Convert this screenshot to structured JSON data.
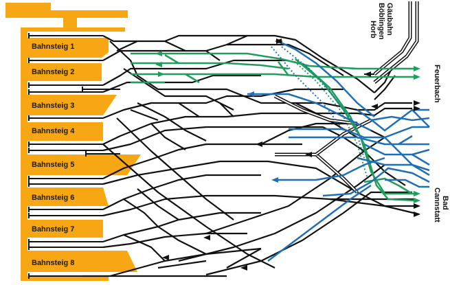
{
  "colors": {
    "platform": "#F7A614",
    "track": "#111111",
    "green_route": "#1E9E5A",
    "blue_route": "#1F6FB5"
  },
  "platforms": [
    {
      "label": "Bahnsteig 1"
    },
    {
      "label": "Bahnsteig 2"
    },
    {
      "label": "Bahnsteig 3"
    },
    {
      "label": "Bahnsteig 4"
    },
    {
      "label": "Bahnsteig 5"
    },
    {
      "label": "Bahnsteig 6"
    },
    {
      "label": "Bahnsteig 7"
    },
    {
      "label": "Bahnsteig 8"
    }
  ],
  "destinations": {
    "gaeubahn": [
      "Gäubahn",
      "Böblingen",
      "Horb"
    ],
    "feuerbach": "Feuerbach",
    "bad_cannstatt": [
      "Bad",
      "Cannstatt"
    ]
  }
}
